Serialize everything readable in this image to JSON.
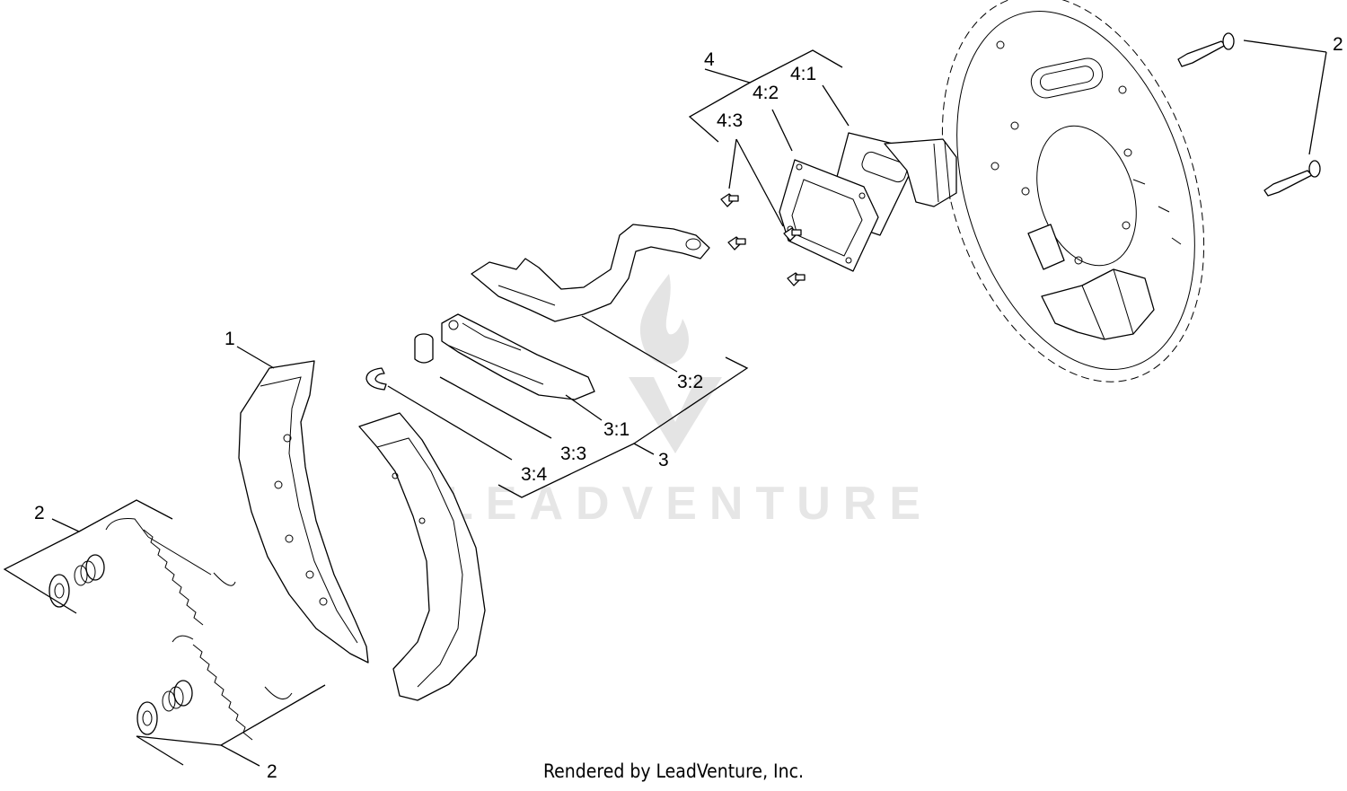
{
  "watermark": {
    "brand": "LEADVENTURE"
  },
  "callouts": {
    "c1": "1",
    "c2_top_right": "2",
    "c2_left": "2",
    "c2_bottom": "2",
    "c3": "3",
    "c3_1": "3:1",
    "c3_2": "3:2",
    "c3_3": "3:3",
    "c3_4": "3:4",
    "c4": "4",
    "c4_1": "4:1",
    "c4_2": "4:2",
    "c4_3": "4:3"
  },
  "footer": {
    "text": "Rendered by LeadVenture, Inc."
  }
}
